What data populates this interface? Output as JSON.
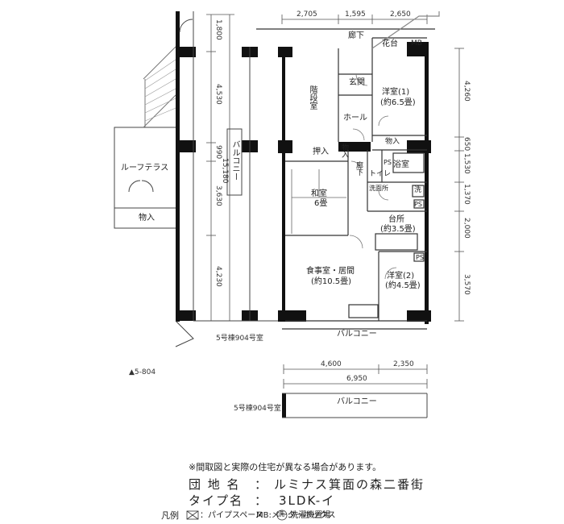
{
  "dimensions": {
    "top": [
      "2,705",
      "1,595",
      "2,650"
    ],
    "left_total": "15,180",
    "left": [
      "1,800",
      "4,530",
      "990",
      "3,630",
      "4,230"
    ],
    "right": [
      "4,260",
      "650",
      "1,530",
      "1,370",
      "2,000",
      "3,570"
    ],
    "bottom_row1": [
      "4,600",
      "2,350"
    ],
    "bottom_total": "6,950"
  },
  "rooms": {
    "corridor_top": "廊下",
    "flower_bed": "花台",
    "meter_box": "MB",
    "stairs": "階段室",
    "entrance": "玄関",
    "western1_name": "洋室(1)",
    "western1_size": "(約6.5畳)",
    "hall": "ホール",
    "storage_top": "物入",
    "oshiire": "押入",
    "storage_mid": "物入",
    "corridor_mid": "廊下",
    "toilet": "トイレ",
    "bath": "浴室",
    "ps1": "PS",
    "washroom": "洗面所",
    "wash_mark": "洗",
    "ps2": "PS",
    "washitsu_name": "和室",
    "washitsu_size": "6畳",
    "kitchen_name": "台所",
    "kitchen_size": "(約3.5畳)",
    "ps3": "PS",
    "living_name": "食事室・居間",
    "living_size": "(約10.5畳)",
    "western2_name": "洋室(2)",
    "western2_size": "(約4.5畳)",
    "roof_terrace": "ルーフテラス",
    "storage_terrace": "物入",
    "balcony_side": "バルコニー",
    "balcony_bottom": "バルコニー",
    "balcony_bottom2": "バルコニー"
  },
  "labels": {
    "unit1": "5号棟904号室",
    "unit2": "5号棟904号室",
    "neighbor": "▲5-804"
  },
  "footer": {
    "disclaimer": "※間取図と実際の住宅が異なる場合があります。",
    "complex_label": "団 地 名",
    "sep1": "：",
    "complex_name": "ルミナス箕面の森二番街",
    "type_label": "タイプ名",
    "sep2": "：",
    "type_name": "3LDK-イ",
    "legend_title": "凡例",
    "legend_ps": "：パイプスペース",
    "legend_mb": "MB:メーターボックス",
    "legend_wash_mark": "洗",
    "legend_wash": ":洗濯機置場"
  },
  "colors": {
    "wall": "#111111",
    "line": "#444444",
    "thin": "#888888"
  }
}
